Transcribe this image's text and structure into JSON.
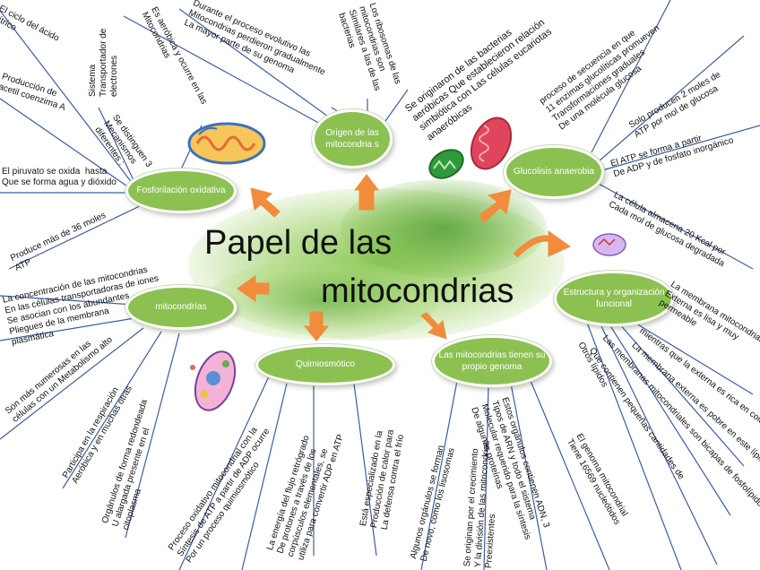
{
  "title": {
    "line1": "Papel de las",
    "line2": "mitocondrias"
  },
  "colors": {
    "node": "#8cc152",
    "arrow": "#f08c3c",
    "line": "#3b5da8",
    "splash": "#7fc043"
  },
  "nodes": {
    "origen": "Origen de las mitocondria s",
    "glucolisis": "Glucolisis anaerobia",
    "fosforilacion": "Fosforilación oxidativa",
    "estructura": "Estructura y organización funcional",
    "mitocondrias": "mitocondrías",
    "quimiosmotico": "Quimiosmótico",
    "genoma": "Las mitocondrias tienen su propio genoma"
  },
  "texts": {
    "ciclo": "El ciclo del ácido\ncítrico",
    "sistema": "Sistema\nTransportador de\nelectrones",
    "aerobica": "Es aeróbica y ocurre en las\nMitocondrias",
    "durante": "Durante el proceso evolutivo las\nMitocondrias perdieron gradualmente\nLa mayor parte de su genoma",
    "ribosomas": "Los ribosomas de las\nmitocondrias son\nSimilares a las de las\nbacterias",
    "origen_bacterias": "Se originaron de las bacterias\naeróbicas Que establecieron relación\nsimbiótica con Las células eucariotas\nanaeróbicas",
    "secuencia": "proceso de secuencia en que\n11 enzimas glucolíticas promueven\nTransformaciones graduales\nDe una molécula glucosa",
    "solo_atp": "Solo producen 2 moles de\nATP por mol de glucosa",
    "atp_forma": "El ATP se forma a partir\nDe ADP y de fosfato inorgánico",
    "almacena": "La célula almacena 20 Kcal por\nCada mol de glucosa degradada",
    "acetil": "Producción de\nacetil coenzima A",
    "distinguen": "Se distinguen 3\nMecanismos\ndiferentes :",
    "piruvato": "El piruvato se oxida  hasta\nQue se forma agua y dióxido",
    "produce36": "Produce más de 36 moles\nATP",
    "concentracion": "La concentración de las mitocondrias\nEn las células transportadoras de iones\nSe asocian con los abundantes\nPliegues de la membrana\nplasmática",
    "membrana_mito": "La membrana mitocondrial\nExterna es lisa y muy\npermeable",
    "externa_rica": "mientras que la externa es rica en colesterol",
    "mitocondriales": "La membrana externa es pobre en este lípido",
    "las_membranas": "Las membranas mitocondriales son bicapas de fosfolípidos",
    "otros_lipidos": "Otros lípidos",
    "pequenas": "Que contienen pequeñas cantidades de",
    "numerosas": "Son más numerosas en las\ncélulas con un Metabolismo alto",
    "participa": "Participa en la respiración\nAeróbica y en muchas otras",
    "organulos": "Orgánulos de forma redondeada\nU alargada presente en el\ncitoplasma",
    "proceso_ox": "Proceso oxidativo mitocondrial con la\nSíntesis de ATP a partir de ADP ocurre\nPor un proceso quimiosmótico",
    "energia": "La energía del flujo retrógrado\nDe protones a través de los\ncorpúsculos elementales, se\nutiliza para convertir ADP en ATP",
    "especializado": "Está especializado en la\nProducción de calor para\nLa defensa contra el frío",
    "algunos": "Algunos orgánulos se forman\nDe novo, como los lisosomas",
    "originan": "Se originan por el crecimiento\nY la división de las mitocondrias\nPreexistentes",
    "organulos_adn": "Estos orgánulos contienen ADN, 3\nTipos de ARN y todo el sistema\nMolecular requerido para la síntesis\nDe algunas proteínas",
    "genoma_mito": "El genoma mitocondrial\nTiene 16569 nucleótidos"
  }
}
